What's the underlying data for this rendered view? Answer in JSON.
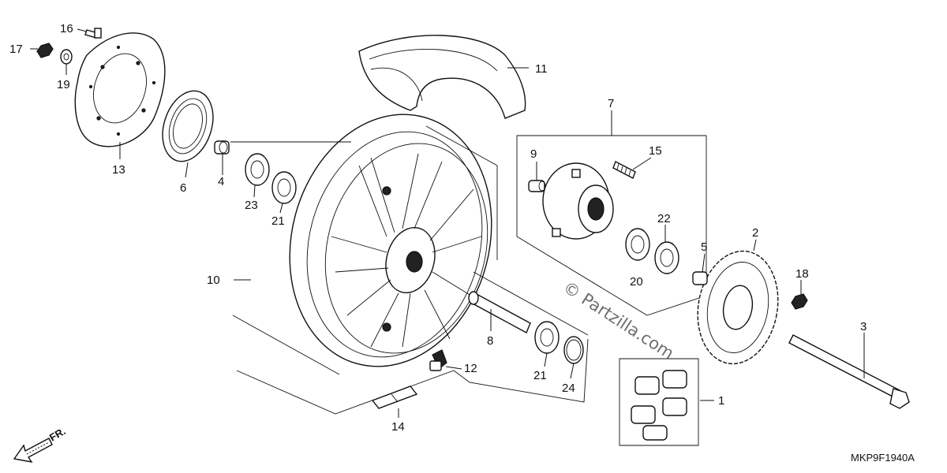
{
  "diagram": {
    "callouts": {
      "c1": "1",
      "c2": "2",
      "c3": "3",
      "c4": "4",
      "c5": "5",
      "c6": "6",
      "c7": "7",
      "c8": "8",
      "c9": "9",
      "c10": "10",
      "c11": "11",
      "c12": "12",
      "c13": "13",
      "c14": "14",
      "c15": "15",
      "c16": "16",
      "c17": "17",
      "c18": "18",
      "c19": "19",
      "c20": "20",
      "c21a": "21",
      "c21b": "21",
      "c22": "22",
      "c23": "23",
      "c24": "24"
    },
    "diagram_code": "MKP9F1940A",
    "front_indicator": "FR.",
    "watermark": "© Partzilla.com"
  }
}
